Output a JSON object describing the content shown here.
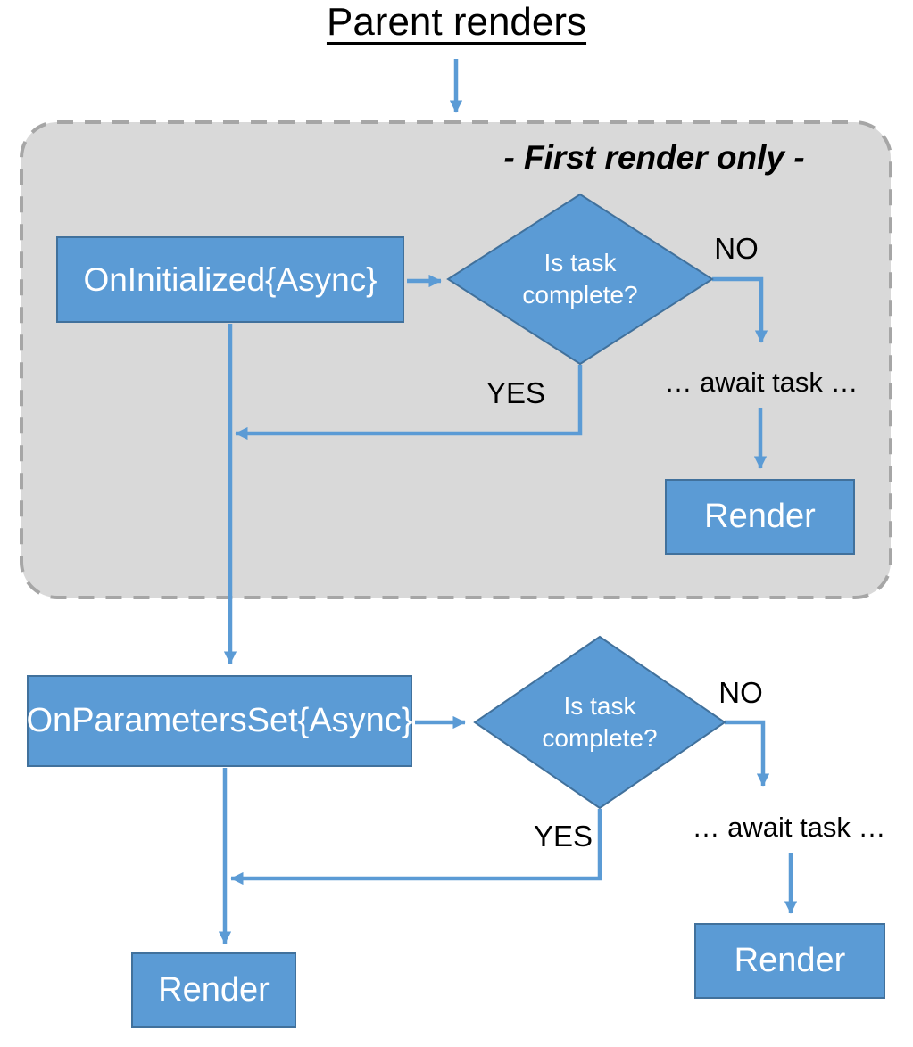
{
  "title": "Parent renders",
  "colors": {
    "node_fill": "#5b9bd5",
    "node_border": "#41719c",
    "connector": "#5b9bd5",
    "group_fill": "#d9d9d9",
    "group_border": "#a6a6a6",
    "text_dark": "#000000",
    "text_light": "#ffffff"
  },
  "first_render_group": {
    "label": "- First render only -",
    "on_initialized": {
      "label": "OnInitialized{Async}"
    },
    "decision": {
      "question": "Is task complete?",
      "no_label": "NO",
      "yes_label": "YES",
      "await_label": "… await task …"
    },
    "render": {
      "label": "Render"
    }
  },
  "every_render": {
    "on_parameters_set": {
      "label": "OnParametersSet{Async}"
    },
    "decision": {
      "question": "Is task complete?",
      "no_label": "NO",
      "yes_label": "YES",
      "await_label": "… await task …"
    },
    "render_yes": {
      "label": "Render"
    },
    "render_no": {
      "label": "Render"
    }
  }
}
